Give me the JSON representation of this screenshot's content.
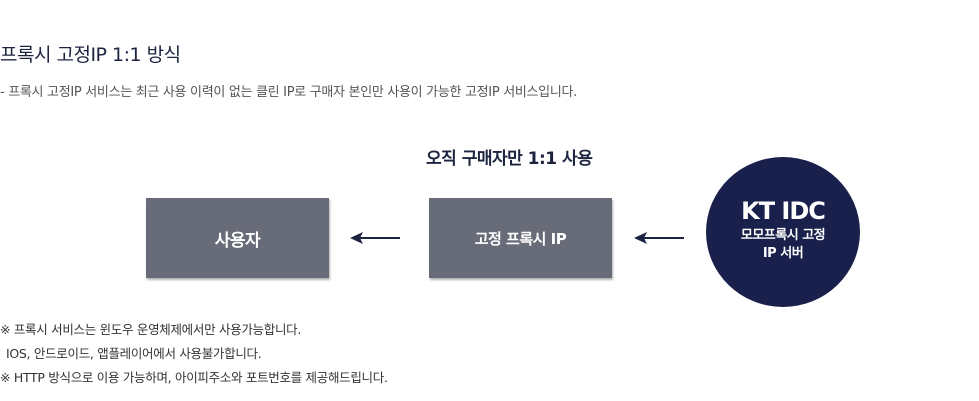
{
  "header": {
    "title": "프록시 고정IP 1:1 방식",
    "subtitle": "- 프록시 고정IP 서비스는 최근 사용 이력이 없는 클린 IP로 구매자 본인만 사용이 가능한 고정IP 서비스입니다."
  },
  "diagram": {
    "title": "오직 구매자만 1:1 사용",
    "user_box": "사용자",
    "proxy_box": "고정 프록시 IP",
    "server": {
      "name": "KT IDC",
      "description": "모모프록시 고정IP 서버"
    },
    "colors": {
      "box": "#686b78",
      "server": "#18204b",
      "arrow": "#1d2440"
    }
  },
  "notes": [
    "※ 프록시 서비스는 윈도우 운영체제에서만 사용가능합니다.",
    "IOS, 안드로이드, 앱플레이어에서 사용불가합니다.",
    "※ HTTP 방식으로 이용 가능하며, 아이피주소와 포트번호를 제공해드립니다."
  ]
}
